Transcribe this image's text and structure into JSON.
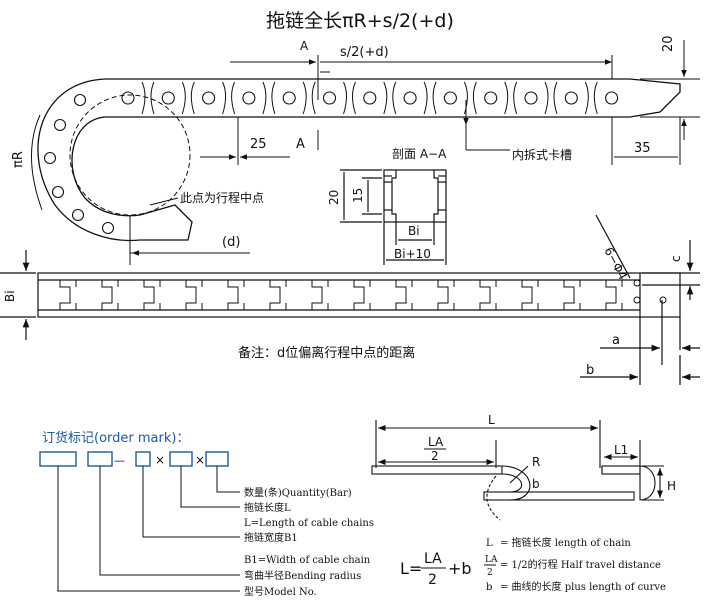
{
  "title": "拖链全长πR+s/2(+d)",
  "dims": {
    "dim_20_top": "20",
    "dim_A_top": "A",
    "dim_s2": "s/2(+d)",
    "dim_25": "25",
    "dim_A_bottom": "A",
    "dim_35": "35",
    "dim_pi_r": "πR",
    "dim_d": "(d)",
    "dim_20_sec": "20",
    "dim_15": "15",
    "dim_bi_sec": "Bi",
    "dim_bi10": "Bi+10",
    "dim_bi_side": "Bi",
    "dim_c": "c",
    "dim_a": "a",
    "dim_b": "b",
    "dim_hole": "6−Φ4"
  },
  "labels": {
    "inner_slot": "内拆式卡槽",
    "section": "剖面 A−A",
    "midpoint": "此点为行程中点",
    "note": "备注：d位偏离行程中点的距离"
  },
  "order": {
    "title": "订货标记(order mark)：",
    "sep1": "—",
    "sep2": "×",
    "sep3": "×",
    "items": [
      "数量(条)Quantity(Bar)",
      "拖链长度L",
      "L=Length of cable chains",
      "拖链宽度B1",
      "B1=Width of cable chain",
      "弯曲半径Bending radius",
      "型号Model No."
    ]
  },
  "install": {
    "L": "L",
    "LA": "LA",
    "half": "2",
    "R": "R",
    "b": "b",
    "L1": "L1",
    "H": "H"
  },
  "formula": {
    "lhs": "L=",
    "num": "LA",
    "den": "2",
    "plus": "+b",
    "def1_sym": "L",
    "def1": "= 拖链长度  length of chain",
    "def2_num": "LA",
    "def2_den": "2",
    "def2": "= 1/2的行程  Half travel distance",
    "def3_sym": "b",
    "def3": "= 曲线的长度  plus length of curve"
  }
}
